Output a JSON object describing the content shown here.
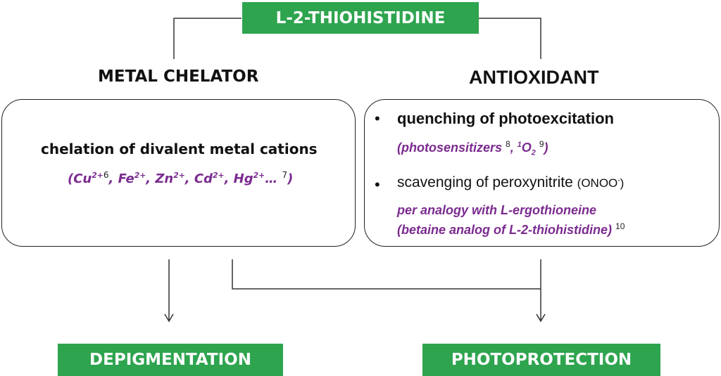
{
  "title": "L-2-THIOHISTIDINE",
  "left": {
    "heading": "METAL CHELATOR",
    "main_text": "chelation of divalent metal cations",
    "cations": {
      "open": "(Cu",
      "cu_charge": "2+",
      "ref6": "6",
      "fe": ", Fe",
      "fe_charge": "2+",
      "zn": ", Zn",
      "zn_charge": "2+",
      "cd": ", Cd",
      "cd_charge": "2+",
      "hg": ", Hg",
      "hg_charge": "2+",
      "ellipsis": "…",
      "ref7": "7",
      "close": ")"
    }
  },
  "right": {
    "heading": "ANTIOXIDANT",
    "bullet": "•",
    "item1": {
      "text": "quenching of photoexcitation",
      "sub_open": "(photosensitizers",
      "ref8": "8",
      "comma": ", ",
      "singlet_sup": "1",
      "o": "O",
      "o_sub": "2",
      "ref9": "9",
      "close": ")"
    },
    "item2": {
      "text": "scavenging of peroxynitrite",
      "formula": "(ONOO",
      "formula_charge": "-",
      "formula_close": ")",
      "analogy_line1": "per analogy with L-ergothioneine",
      "analogy_line2": "(betaine analog of L-2-thiohistidine)",
      "ref10": "10"
    }
  },
  "outputs": {
    "left": "DEPIGMENTATION",
    "right": "PHOTOPROTECTION"
  },
  "colors": {
    "green": "#2ea44f",
    "purple": "#7b2b8f",
    "line": "#333333"
  }
}
